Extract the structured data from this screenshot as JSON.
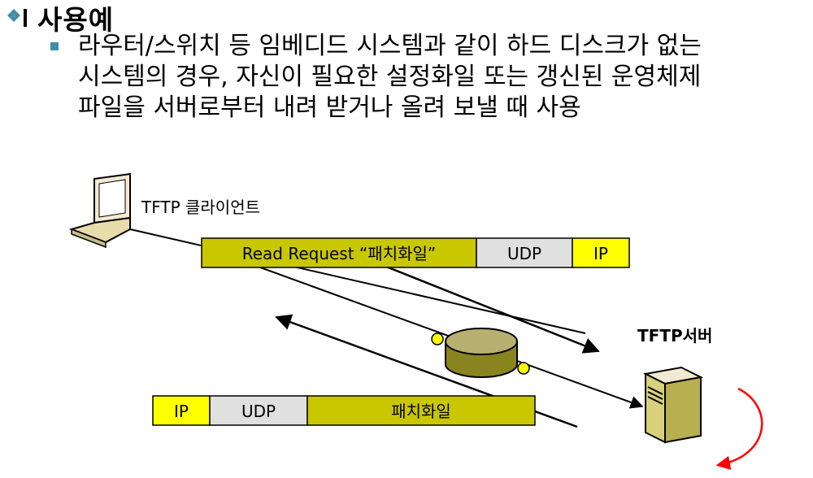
{
  "slide": {
    "title": "사용예",
    "bullet_lines": [
      "라우터/스위치 등 임베디드 시스템과 같이 하드 디스크가 없는",
      "시스템의 경우, 자신이 필요한 설정화일 또는 갱신된 운영체제",
      "파일을 서버로부터 내려 받거나 올려 보낼 때 사용"
    ]
  },
  "diagram": {
    "client_label": "TFTP 클라이언트",
    "server_label": "TFTP서버",
    "request_packet": {
      "payload": "Read Request “패치화일”",
      "transport": "UDP",
      "network": "IP"
    },
    "response_packet": {
      "network": "IP",
      "transport": "UDP",
      "payload": "패치화일"
    },
    "colors": {
      "payload_fill": "#c9c700",
      "ip_fill": "#ffff00",
      "udp_fill": "#e0e0e0",
      "router_fill": "#b8b070",
      "server_fill": "#d8d07a",
      "rotate_arrow": "#ff0000",
      "bullet": "#3f8fa4"
    }
  }
}
